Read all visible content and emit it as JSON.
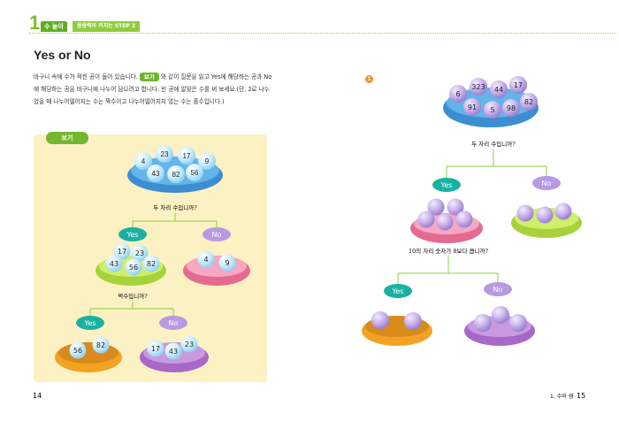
{
  "header": {
    "chapter_num": "1",
    "chapter_tab": "수 놀이",
    "step_label": "응용력이 커지는 STEP 2"
  },
  "title": "Yes or No",
  "instructions": {
    "part1": "바구니 속에 수가 적힌 공이 들어 있습니다.",
    "tag": "보기",
    "part2": "와 같이 질문을 읽고 Yes에 해당하는 공과 No에 해당하는 공을 바구니에 나누어 담으려고 합니다. 빈 공에 알맞은 수를 써 보세요.(단, 2로 나누었을 때 나누어떨어지는 수는 짝수이고 나누어떨어지지 않는 수는 홀수입니다.)"
  },
  "example": {
    "label": "보기",
    "top_balls": [
      "4",
      "23",
      "17",
      "9",
      "43",
      "82",
      "56"
    ],
    "question1": "두 자리 수입니까?",
    "yes": "Yes",
    "no": "No",
    "yes_balls": [
      "17",
      "23",
      "43",
      "56",
      "82"
    ],
    "no_balls": [
      "4",
      "9"
    ],
    "question2": "짝수입니까?",
    "yes2_balls": [
      "56",
      "82"
    ],
    "no2_balls": [
      "17",
      "43",
      "23"
    ]
  },
  "problem": {
    "number": "1",
    "top_balls": [
      "323",
      "44",
      "17",
      "6",
      "91",
      "5",
      "98",
      "82"
    ],
    "question1": "두 자리 수입니까?",
    "yes": "Yes",
    "no": "No",
    "question2": "10의 자리 숫자가 8보다 큽니까?"
  },
  "footer": {
    "left_page": "14",
    "right_label": "1. 수와 셈",
    "right_page": "15"
  }
}
